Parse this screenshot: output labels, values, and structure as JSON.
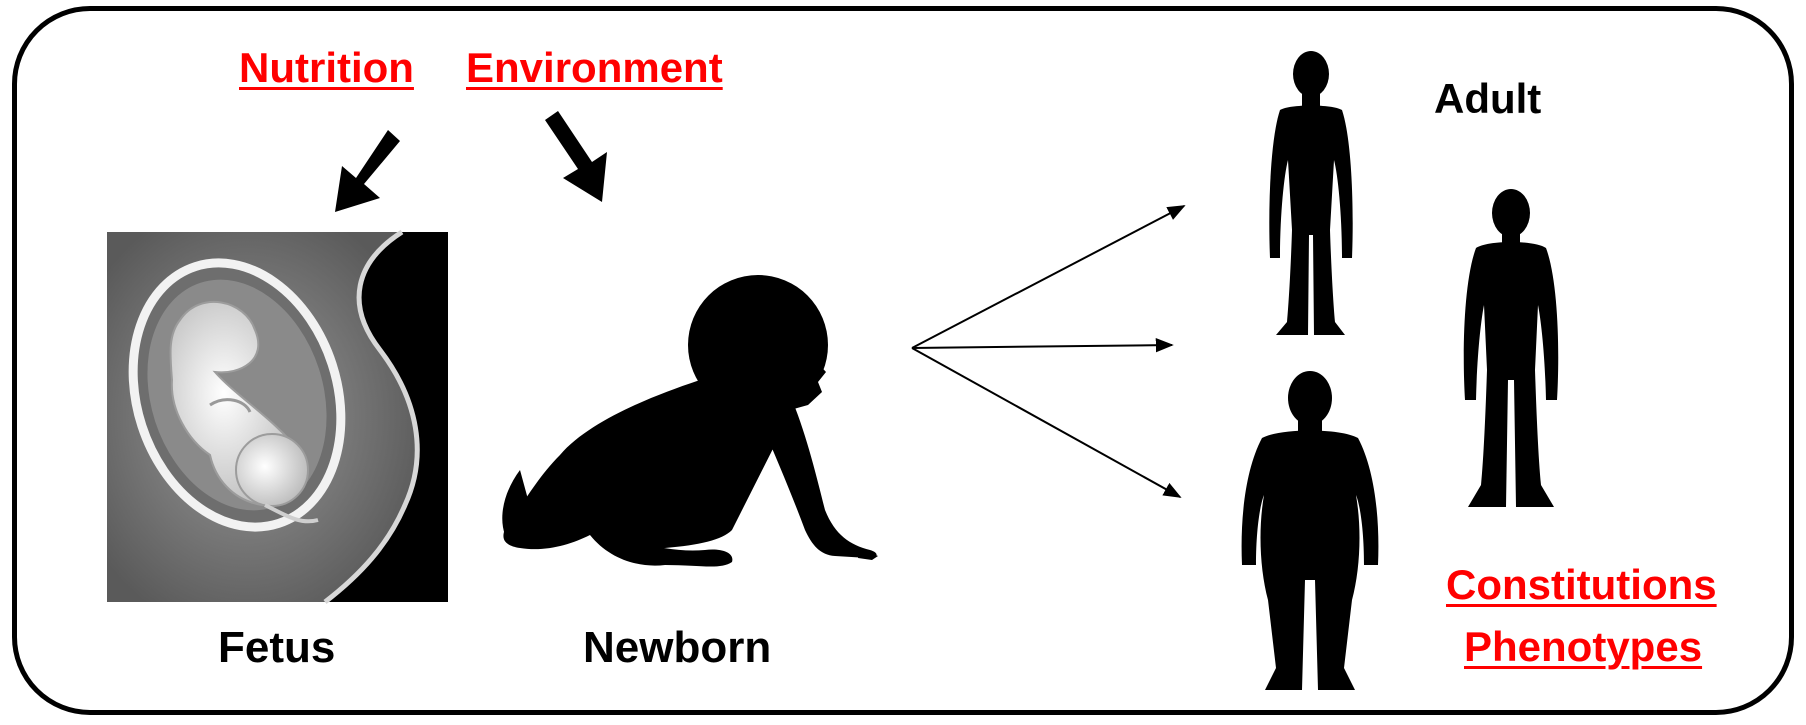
{
  "labels": {
    "nutrition": "Nutrition",
    "environment": "Environment",
    "adult": "Adult",
    "fetus": "Fetus",
    "newborn": "Newborn",
    "constitutions": "Constitutions",
    "phenotypes": "Phenotypes"
  },
  "colors": {
    "accent": "#ff0000",
    "text": "#000000",
    "border": "#000000",
    "background": "#ffffff"
  },
  "icons": {
    "fetus": "fetus-in-womb-image",
    "newborn": "crawling-baby-silhouette",
    "adults": [
      "slim-adult-silhouette",
      "medium-adult-silhouette",
      "heavy-adult-silhouette"
    ]
  }
}
